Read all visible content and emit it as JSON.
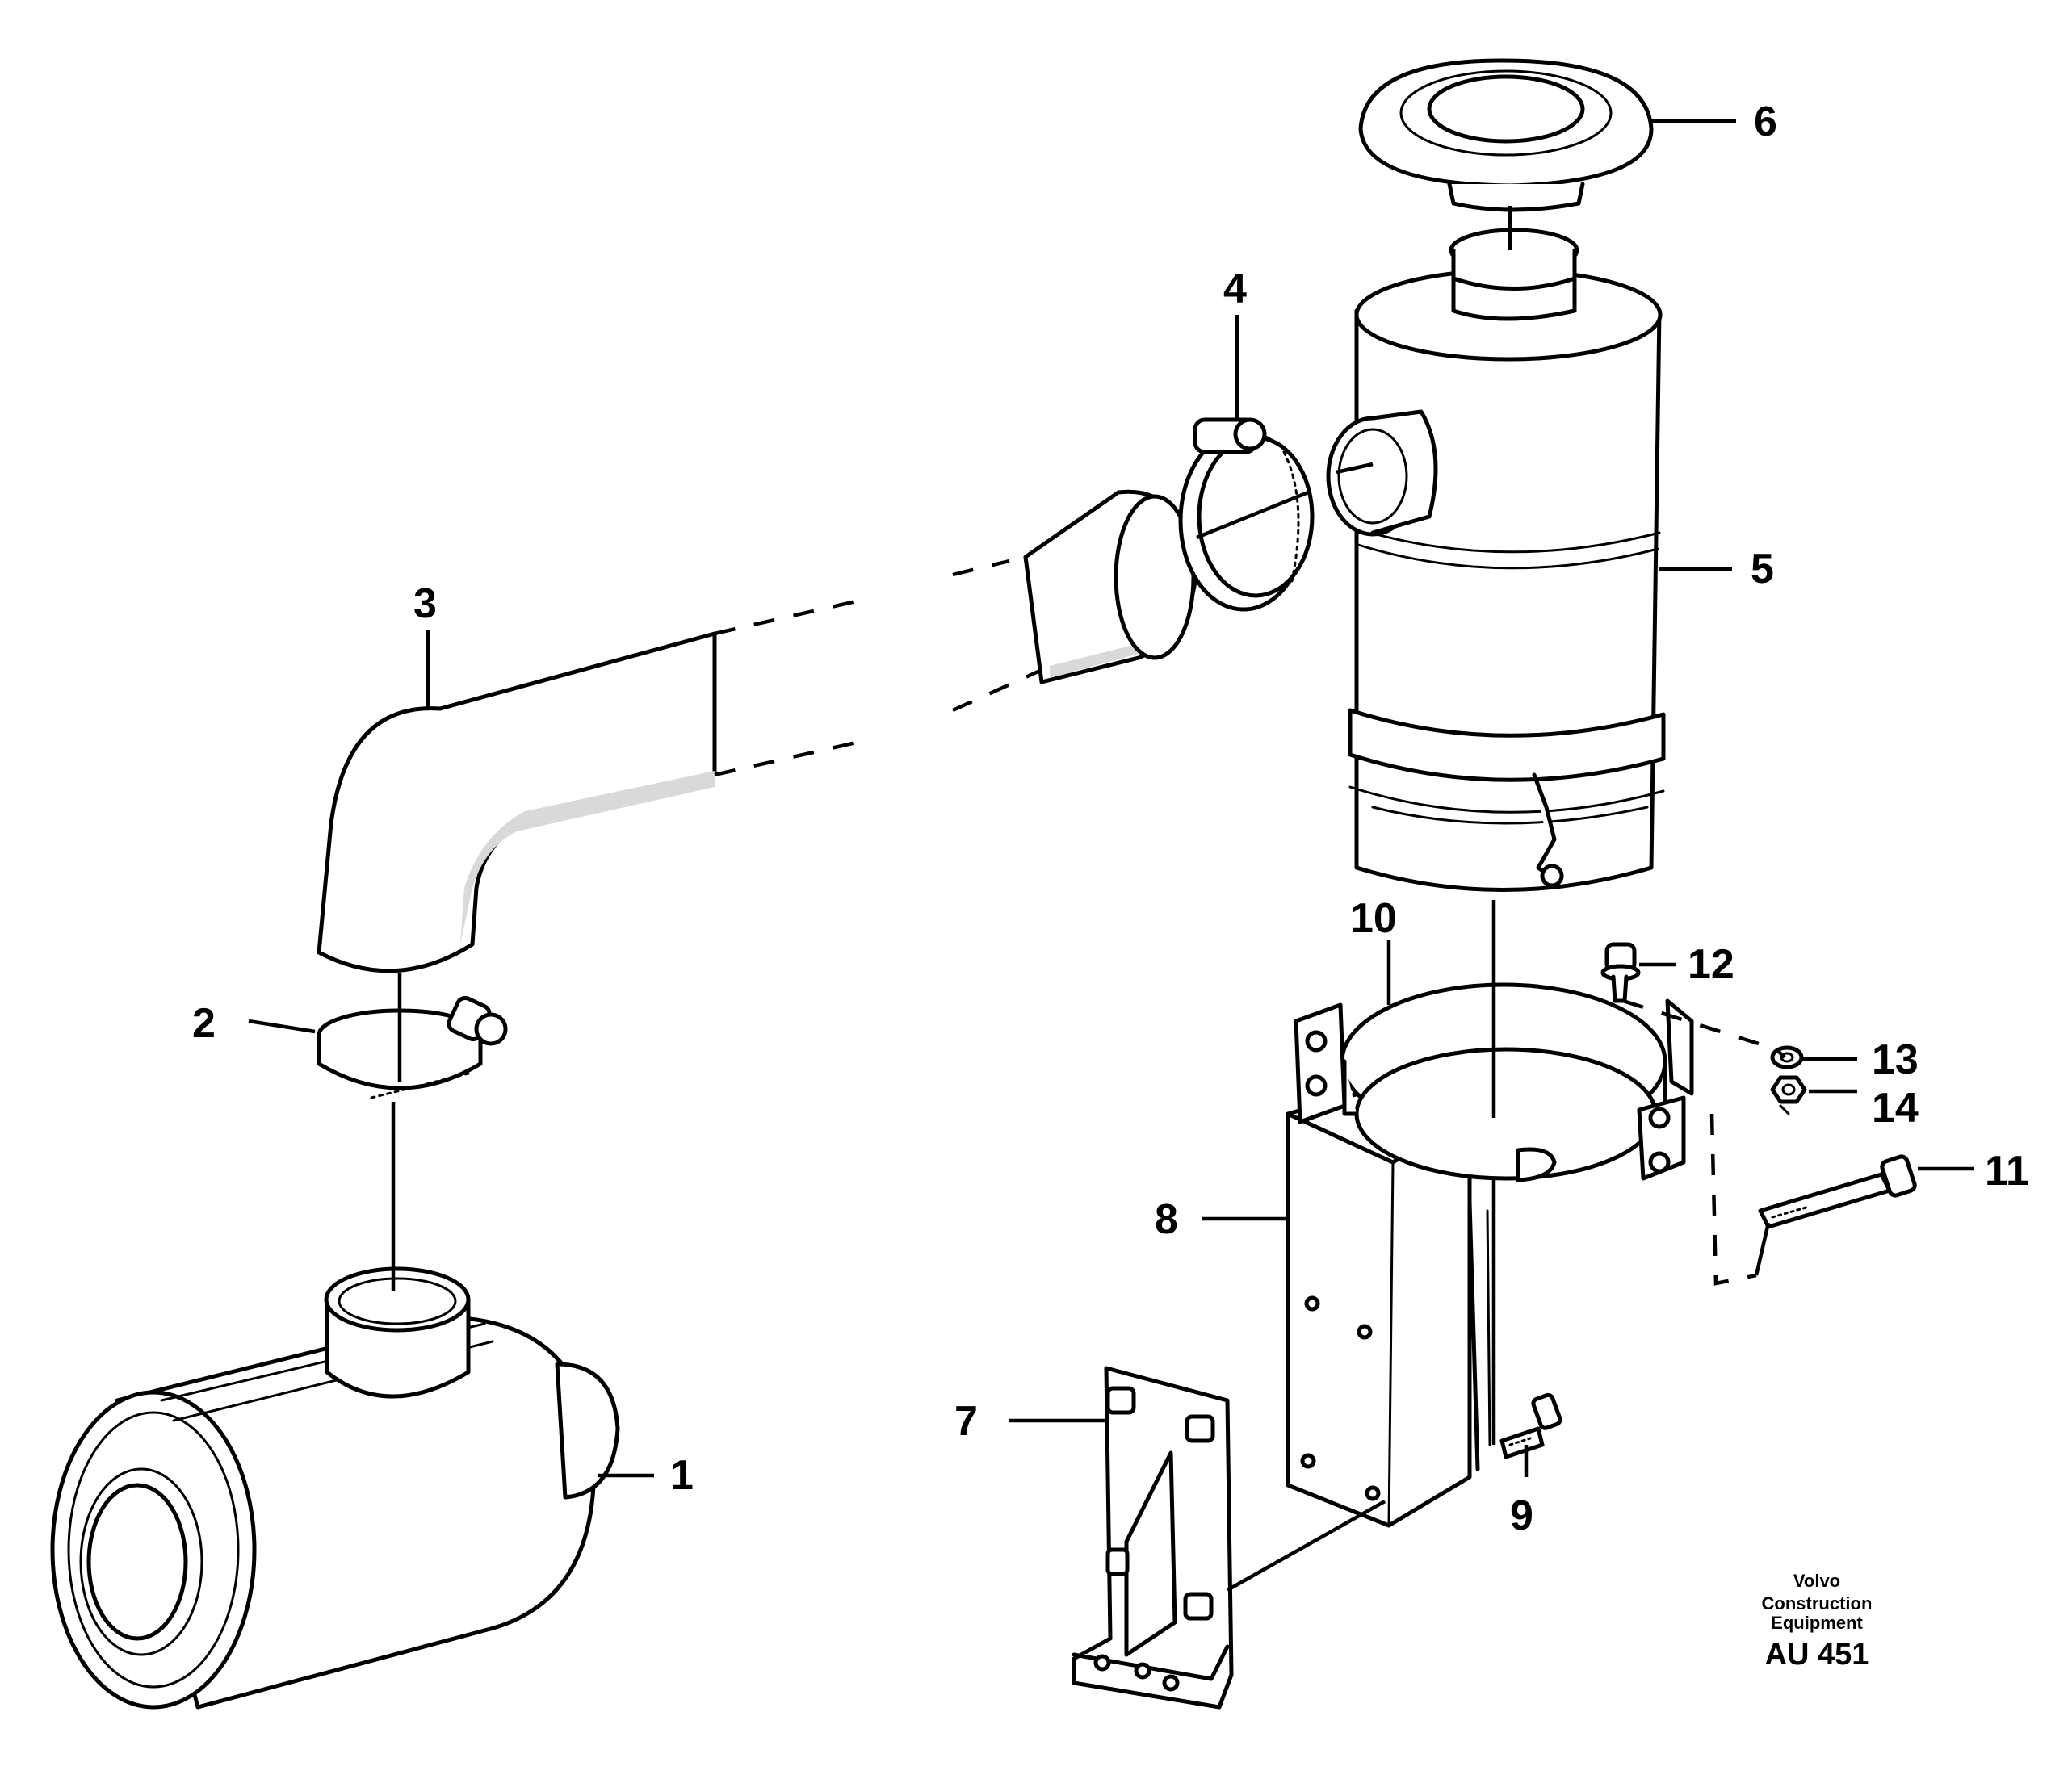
{
  "diagram": {
    "callouts": [
      {
        "id": "1",
        "label": "1"
      },
      {
        "id": "2",
        "label": "2"
      },
      {
        "id": "3",
        "label": "3"
      },
      {
        "id": "4",
        "label": "4"
      },
      {
        "id": "5",
        "label": "5"
      },
      {
        "id": "6",
        "label": "6"
      },
      {
        "id": "7",
        "label": "7"
      },
      {
        "id": "8",
        "label": "8"
      },
      {
        "id": "9",
        "label": "9"
      },
      {
        "id": "10",
        "label": "10"
      },
      {
        "id": "11",
        "label": "11"
      },
      {
        "id": "12",
        "label": "12"
      },
      {
        "id": "13",
        "label": "13"
      },
      {
        "id": "14",
        "label": "14"
      }
    ],
    "caption": {
      "line1": "Volvo Construction",
      "line2": "Equipment",
      "code": "AU 451"
    }
  }
}
